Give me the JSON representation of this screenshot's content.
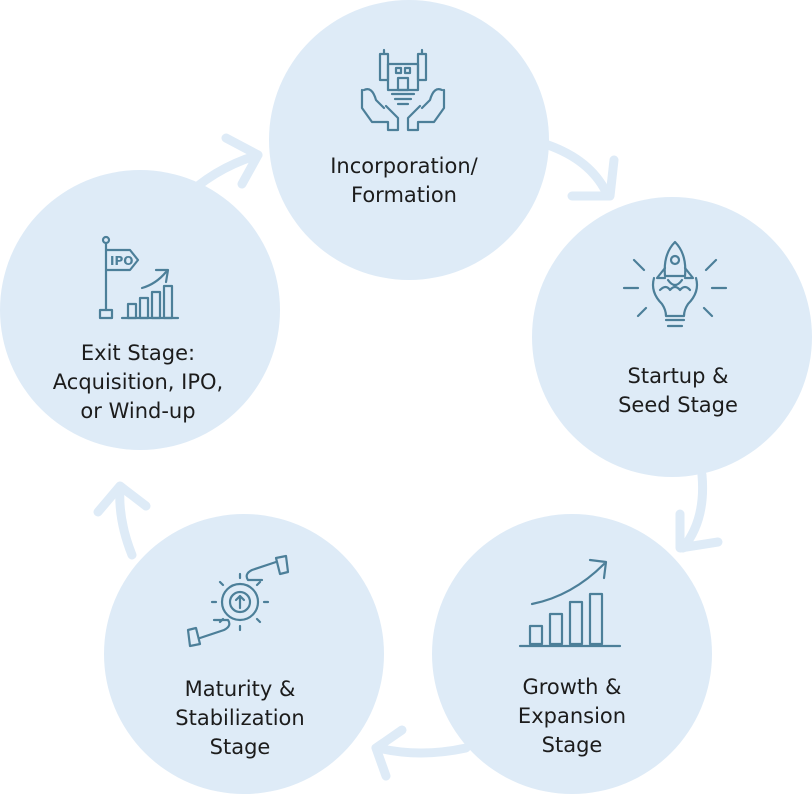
{
  "stages": [
    {
      "id": "incorporation",
      "lines": [
        "Incorporation/",
        "Formation"
      ],
      "icon": "building-hands-icon"
    },
    {
      "id": "startup",
      "lines": [
        "Startup &",
        "Seed Stage"
      ],
      "icon": "rocket-bulb-icon"
    },
    {
      "id": "growth",
      "lines": [
        "Growth &",
        "Expansion",
        "Stage"
      ],
      "icon": "growth-chart-icon"
    },
    {
      "id": "maturity",
      "lines": [
        "Maturity &",
        "Stabilization",
        "Stage"
      ],
      "icon": "gear-hands-icon"
    },
    {
      "id": "exit",
      "lines": [
        "Exit Stage:",
        "Acquisition, IPO,",
        "or Wind-up"
      ],
      "icon": "ipo-flag-chart-icon"
    }
  ],
  "ipo_sign_text": "IPO",
  "colors": {
    "circle": "#deebf7",
    "arrow": "#deebf7",
    "icon": "#4c7f99",
    "text": "#1c1c1c"
  }
}
